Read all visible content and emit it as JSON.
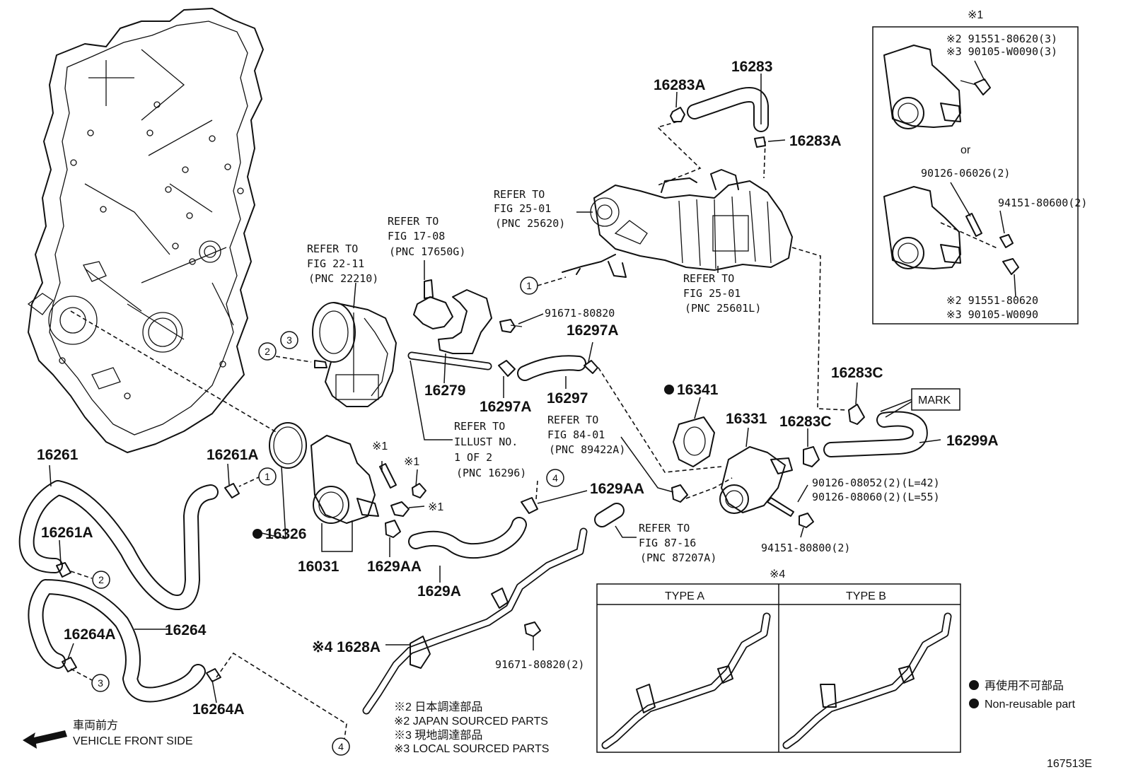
{
  "labels": {
    "p16283": "16283",
    "p16283A_1": "16283A",
    "p16283A_2": "16283A",
    "ref_25620_1": "REFER TO",
    "ref_25620_2": "FIG 25-01",
    "ref_25620_3": "(PNC 25620)",
    "ref_17650_1": "REFER TO",
    "ref_17650_2": "FIG 17-08",
    "ref_17650_3": "(PNC 17650G)",
    "ref_22210_1": "REFER TO",
    "ref_22210_2": "FIG 22-11",
    "ref_22210_3": "(PNC 22210)",
    "ref_25601_1": "REFER TO",
    "ref_25601_2": "FIG 25-01",
    "ref_25601_3": "(PNC 25601L)",
    "bolt_91671_80820": "91671-80820",
    "p16297A_top": "16297A",
    "p16279": "16279",
    "p16297A_bot": "16297A",
    "p16297": "16297",
    "ref_16296_1": "REFER TO",
    "ref_16296_2": "ILLUST NO.",
    "ref_16296_3": "1 OF 2",
    "ref_16296_4": "(PNC 16296)",
    "ref_89422_1": "REFER TO",
    "ref_89422_2": "FIG 84-01",
    "ref_89422_3": "(PNC 89422A)",
    "p16341": "16341",
    "p16331": "16331",
    "p16283C_1": "16283C",
    "p16283C_2": "16283C",
    "mark": "MARK",
    "p16299A": "16299A",
    "bolt_08052": "90126-08052(2)(L=42)",
    "bolt_08060": "90126-08060(2)(L=55)",
    "nut_80800": "94151-80800(2)",
    "p16261": "16261",
    "p16261A_1": "16261A",
    "p16261A_2": "16261A",
    "p16326": "16326",
    "p16031": "16031",
    "note1_a": "※1",
    "note1_b": "※1",
    "note1_c": "※1",
    "p1629AA_1": "1629AA",
    "p1629AA_2": "1629AA",
    "p1629A": "1629A",
    "ref_87207_1": "REFER TO",
    "ref_87207_2": "FIG 87-16",
    "ref_87207_3": "(PNC 87207A)",
    "p16264": "16264",
    "p16264A_1": "16264A",
    "p16264A_2": "16264A",
    "p1628A": "※4  1628A",
    "bolt_91671_80820_2": "91671-80820(2)",
    "vehicle_jp": "車両前方",
    "vehicle_en": "VEHICLE FRONT SIDE",
    "src_jp_2": "※2  日本調達部品",
    "src_en_2": "※2  JAPAN SOURCED PARTS",
    "src_jp_3": "※3  現地調達部品",
    "src_en_3": "※3  LOCAL SOURCED PARTS",
    "nr_jp": "再使用不可部品",
    "nr_en": "Non-reusable part",
    "fig_id": "167513E"
  },
  "inset1": {
    "title": "※1",
    "line1": "※2 91551-80620(3)",
    "line2": "※3 90105-W0090(3)",
    "or": "or",
    "line3": "90126-06026(2)",
    "line4": "94151-80600(2)",
    "line5": "※2 91551-80620",
    "line6": "※3 90105-W0090"
  },
  "inset4": {
    "title": "※4",
    "type_a": "TYPE A",
    "type_b": "TYPE B"
  },
  "callouts": [
    "1",
    "2",
    "3",
    "1",
    "2",
    "3",
    "4",
    "4"
  ]
}
